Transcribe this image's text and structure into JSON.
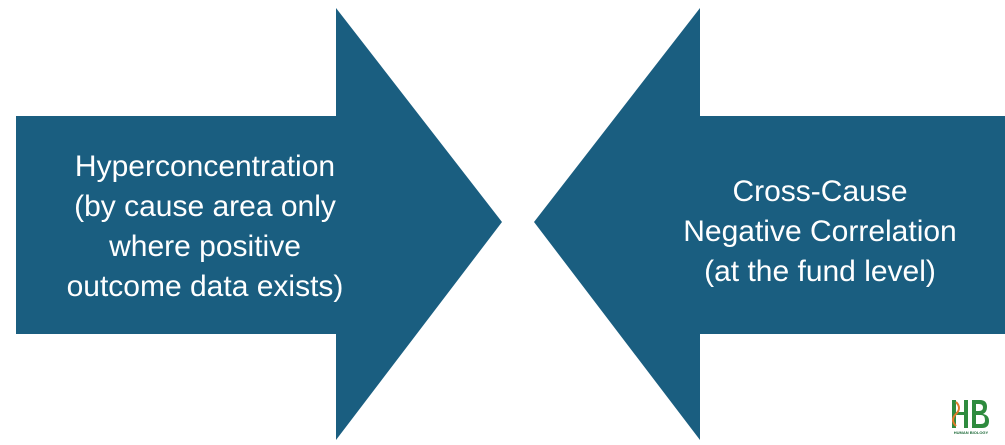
{
  "colors": {
    "arrow_fill": "#1a5e80",
    "text": "#ffffff",
    "logo_green": "#2e8b3e",
    "logo_orange": "#e07a2a"
  },
  "left_arrow": {
    "lines": [
      "Hyperconcentration",
      "(by cause area only",
      "where positive",
      "outcome data exists)"
    ]
  },
  "right_arrow": {
    "lines": [
      "Cross-Cause",
      "Negative Correlation",
      "(at the fund level)"
    ]
  },
  "logo": {
    "monogram": "HB",
    "caption": "HUMAN BIOLOGY"
  }
}
